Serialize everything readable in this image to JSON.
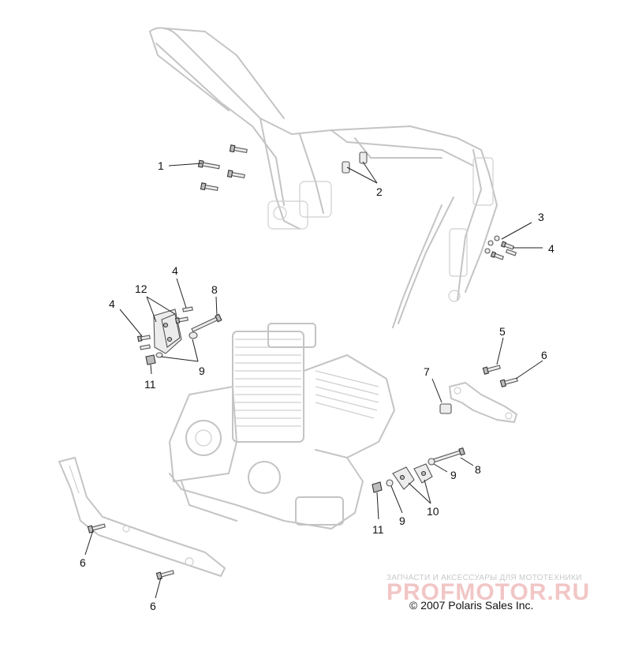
{
  "callouts": {
    "c1": "1",
    "c2": "2",
    "c3": "3",
    "c4a": "4",
    "c4b": "4",
    "c4c": "4",
    "c5": "5",
    "c6a": "6",
    "c6b": "6",
    "c6c": "6",
    "c7": "7",
    "c8a": "8",
    "c8b": "8",
    "c9a": "9",
    "c9b": "9",
    "c9c": "9",
    "c10": "10",
    "c11a": "11",
    "c11b": "11",
    "c12": "12"
  },
  "watermark": {
    "tagline": "ЗАПЧАСТИ И АКСЕССУАРЫ ДЛЯ МОТОТЕХНИКИ",
    "site": "PROFMOTOR.RU"
  },
  "copyright": "© 2007 Polaris Sales Inc."
}
